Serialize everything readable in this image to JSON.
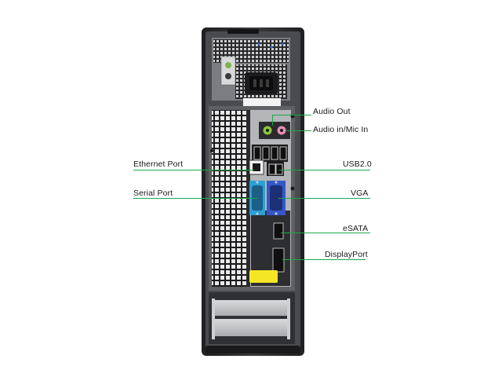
{
  "labels": {
    "audio_out": "Audio Out",
    "audio_in": "Audio in/Mic In",
    "ethernet": "Ethernet Port",
    "usb": "USB2.0",
    "serial": "Serial Port",
    "vga": "VGA",
    "esata": "eSATA",
    "displayport": "DisplayPort"
  },
  "colors": {
    "leader_line": "#1aa84a",
    "chassis": "#2b2b2d",
    "panel": "#6f7174",
    "serial_port": "#2e9fd6",
    "vga_port": "#3457c9",
    "audio_out_jack": "#8cc63f",
    "mic_jack": "#e58fb7",
    "label_sticker": "#f5e625"
  }
}
